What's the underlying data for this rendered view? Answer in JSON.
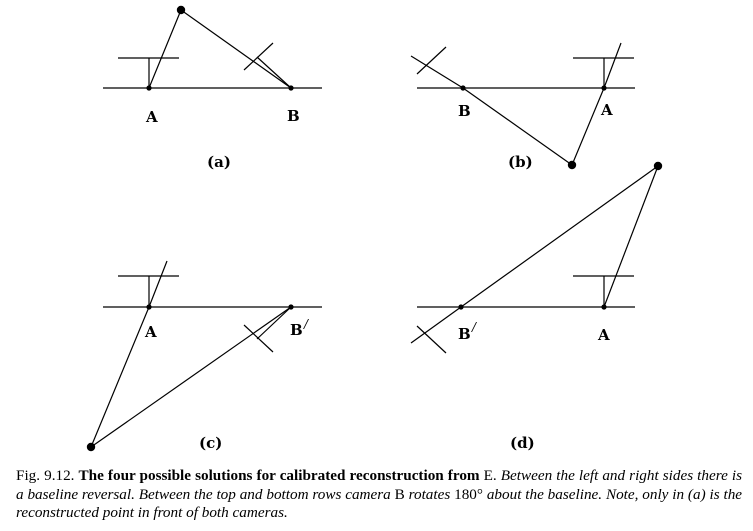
{
  "panels": [
    {
      "sublabel": "(a)",
      "point_a_label": "A",
      "point_b_label": "B"
    },
    {
      "sublabel": "(b)",
      "point_a_label": "A",
      "point_b_label": "B"
    },
    {
      "sublabel": "(c)",
      "point_a_label": "A",
      "point_b_label": "B",
      "point_b_prime": "/"
    },
    {
      "sublabel": "(d)",
      "point_a_label": "A",
      "point_b_label": "B",
      "point_b_prime": "/"
    }
  ],
  "caption": {
    "figure_number": "Fig. 9.12.",
    "bold_title": "The four possible solutions for calibrated reconstruction from",
    "bold_symbol": "E.",
    "italic_part1": "Between the left and right sides there is a baseline reversal. Between the top and bottom rows camera",
    "camera_letter": "B",
    "rotate_word": "rotates",
    "angle": "180°",
    "italic_part2": "about the baseline. Note, only in (a) is the reconstructed point in front of both cameras."
  }
}
